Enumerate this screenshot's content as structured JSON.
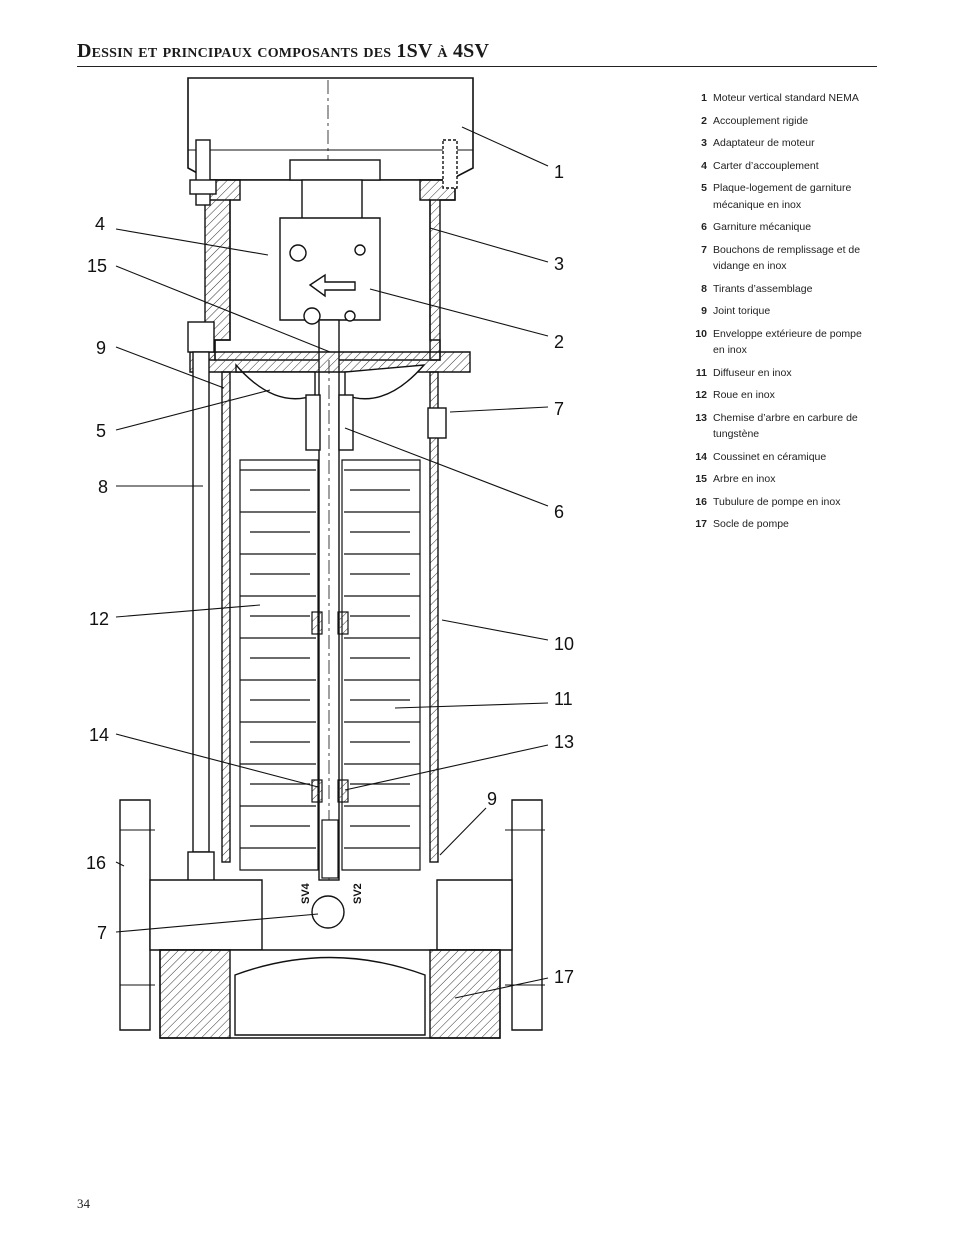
{
  "page": {
    "title": "Dessin et principaux composants des 1SV à 4SV",
    "page_number": "34"
  },
  "legend": [
    {
      "num": "1",
      "text": "Moteur vertical standard NEMA"
    },
    {
      "num": "2",
      "text": "Accouplement rigide"
    },
    {
      "num": "3",
      "text": "Adaptateur de moteur"
    },
    {
      "num": "4",
      "text": "Carter d’accouplement"
    },
    {
      "num": "5",
      "text": "Plaque-logement de garniture mécanique en inox"
    },
    {
      "num": "6",
      "text": "Garniture mécanique"
    },
    {
      "num": "7",
      "text": "Bouchons de remplissage et de vidange en inox"
    },
    {
      "num": "8",
      "text": "Tirants d’assemblage"
    },
    {
      "num": "9",
      "text": "Joint torique"
    },
    {
      "num": "10",
      "text": "Enveloppe extérieure de pompe en inox"
    },
    {
      "num": "11",
      "text": "Diffuseur en inox"
    },
    {
      "num": "12",
      "text": "Roue en inox"
    },
    {
      "num": "13",
      "text": "Chemise d’arbre en carbure de tungstène"
    },
    {
      "num": "14",
      "text": "Coussinet en céramique"
    },
    {
      "num": "15",
      "text": "Arbre en inox"
    },
    {
      "num": "16",
      "text": "Tubulure de pompe en inox"
    },
    {
      "num": "17",
      "text": "Socle de pompe"
    }
  ],
  "drawing": {
    "callouts": {
      "c1": "1",
      "c3": "3",
      "c2": "2",
      "c7r": "7",
      "c6": "6",
      "c10": "10",
      "c11": "11",
      "c13": "13",
      "c9r": "9",
      "c17": "17",
      "c4": "4",
      "c15": "15",
      "c9l": "9",
      "c5": "5",
      "c8": "8",
      "c12": "12",
      "c14": "14",
      "c16": "16",
      "c7l": "7"
    },
    "stage_labels": {
      "left": "SV4",
      "right": "SV2"
    }
  }
}
